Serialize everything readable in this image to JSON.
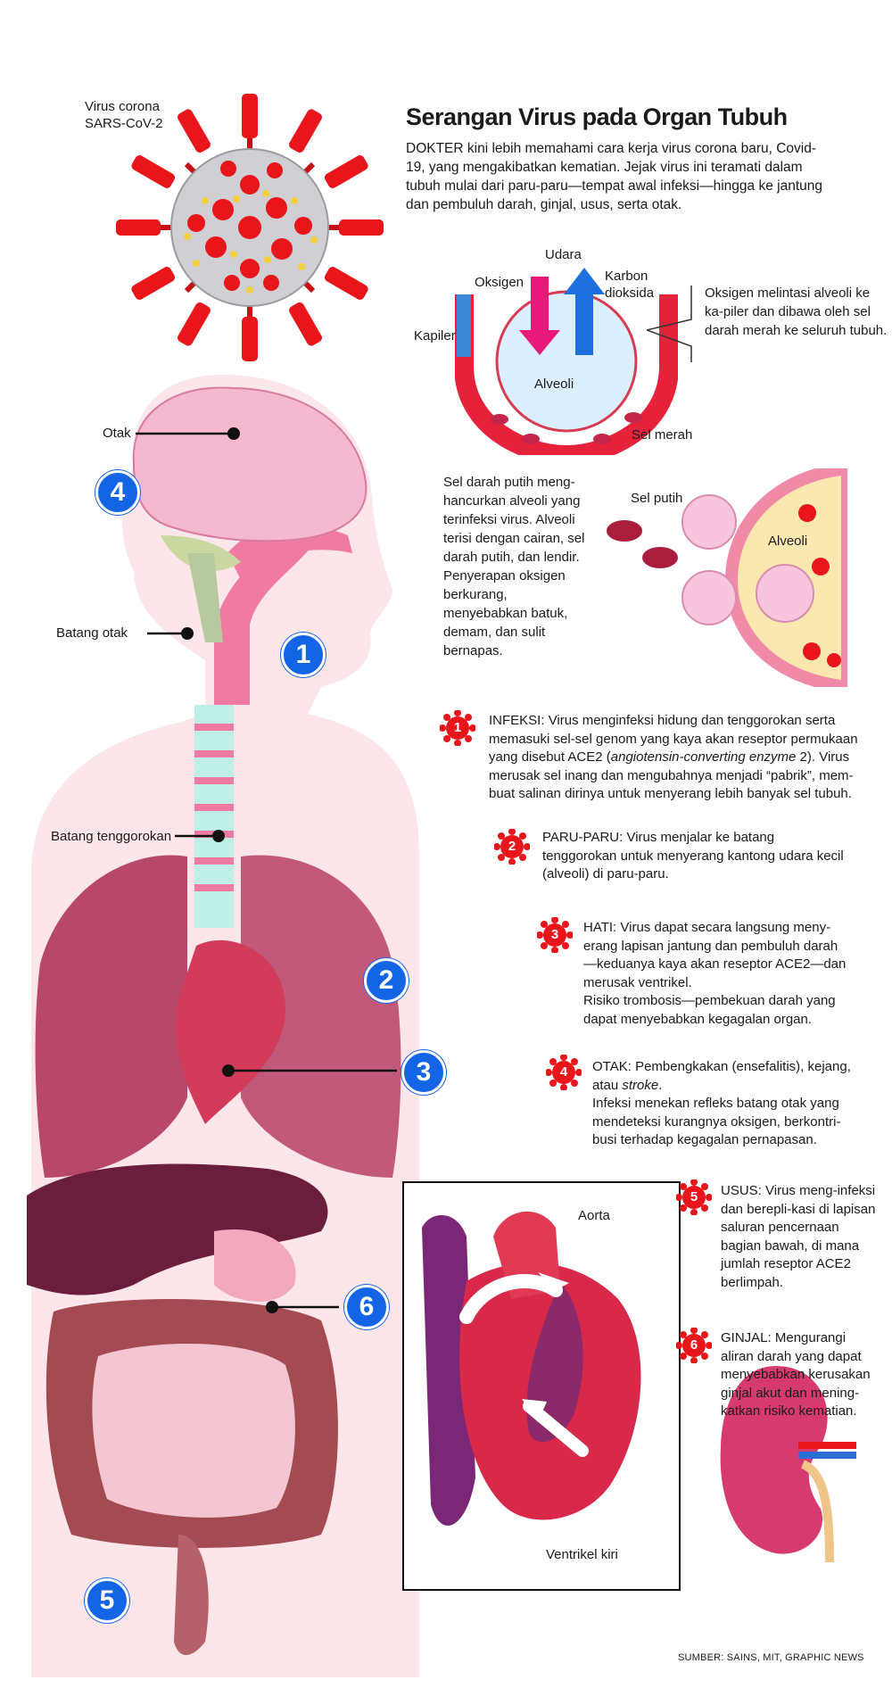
{
  "header": {
    "title": "Serangan Virus pada Organ Tubuh",
    "intro": "DOKTER kini lebih memahami cara kerja virus corona baru, Covid-19, yang mengakibatkan kematian. Jejak virus ini teramati dalam tubuh mulai dari paru-paru—tempat awal infeksi—hingga ke jantung dan pembuluh darah, ginjal, usus, serta otak."
  },
  "virus": {
    "label_1": "Virus corona",
    "label_2": "SARS-CoV-2"
  },
  "alveoli_diagram": {
    "udara": "Udara",
    "oksigen": "Oksigen",
    "karbon_1": "Karbon",
    "karbon_2": "dioksida",
    "kapiler": "Kapiler",
    "alveoli": "Alveoli",
    "sel_merah": "Sel merah",
    "note": "Oksigen melintasi alveoli ke ka-piler dan dibawa oleh sel darah merah ke seluruh tubuh."
  },
  "infected_diagram": {
    "text": "Sel darah putih meng-hancurkan alveoli yang terinfeksi virus. Alveoli terisi dengan cairan, sel darah putih, dan lendir. Penyerapan oksigen berkurang, menyebabkan batuk, demam, dan sulit bernapas.",
    "sel_putih": "Sel putih",
    "alveoli": "Alveoli"
  },
  "body_labels": {
    "otak": "Otak",
    "batang_otak": "Batang otak",
    "batang_tenggorokan": "Batang tenggorokan",
    "aorta": "Aorta",
    "ventrikel_kiri": "Ventrikel kiri"
  },
  "badges": [
    "1",
    "2",
    "3",
    "4",
    "5",
    "6"
  ],
  "items": [
    {
      "num": "1",
      "head": "INFEKSI:",
      "body": "Virus menginfeksi hidung dan tenggorokan serta memasuki sel-sel genom yang kaya akan reseptor permukaan yang disebut ACE2 (",
      "em": "angiotensin-converting enzyme",
      "tail": " 2). Virus merusak sel inang dan mengubahnya menjadi “pabrik”, mem-buat salinan dirinya untuk menyerang lebih banyak sel tubuh."
    },
    {
      "num": "2",
      "head": "PARU-PARU:",
      "body": "Virus menjalar ke batang tenggorokan untuk menyerang kantong udara kecil (alveoli) di paru-paru."
    },
    {
      "num": "3",
      "head": "HATI:",
      "body": "Virus dapat secara langsung meny-erang lapisan jantung dan pembuluh darah—keduanya kaya akan reseptor ACE2—dan merusak ventrikel.",
      "body2": "Risiko trombosis—pembekuan darah yang dapat menyebabkan kegagalan organ."
    },
    {
      "num": "4",
      "head": "OTAK:",
      "body": "Pembengkakan (ensefalitis), kejang, atau ",
      "em": "stroke",
      "tail": ".",
      "body2": "Infeksi menekan refleks batang otak yang mendeteksi kurangnya oksigen, berkontri-busi terhadap kegagalan pernapasan."
    },
    {
      "num": "5",
      "head": "USUS:",
      "body": "Virus meng-infeksi dan berepli-kasi di lapisan saluran pencernaan bagian bawah, di mana jumlah reseptor ACE2 berlimpah."
    },
    {
      "num": "6",
      "head": "GINJAL:",
      "body": "Mengurangi aliran darah yang dapat menyebabkan kerusakan ginjal akut dan mening-katkan risiko kematian."
    }
  ],
  "source": "SUMBER: SAINS, MIT, GRAPHIC NEWS",
  "colors": {
    "badge_blue": "#1464e6",
    "virus_red": "#e8151b",
    "body_pink": "#fde4e8",
    "lung": "#b94a6a"
  }
}
